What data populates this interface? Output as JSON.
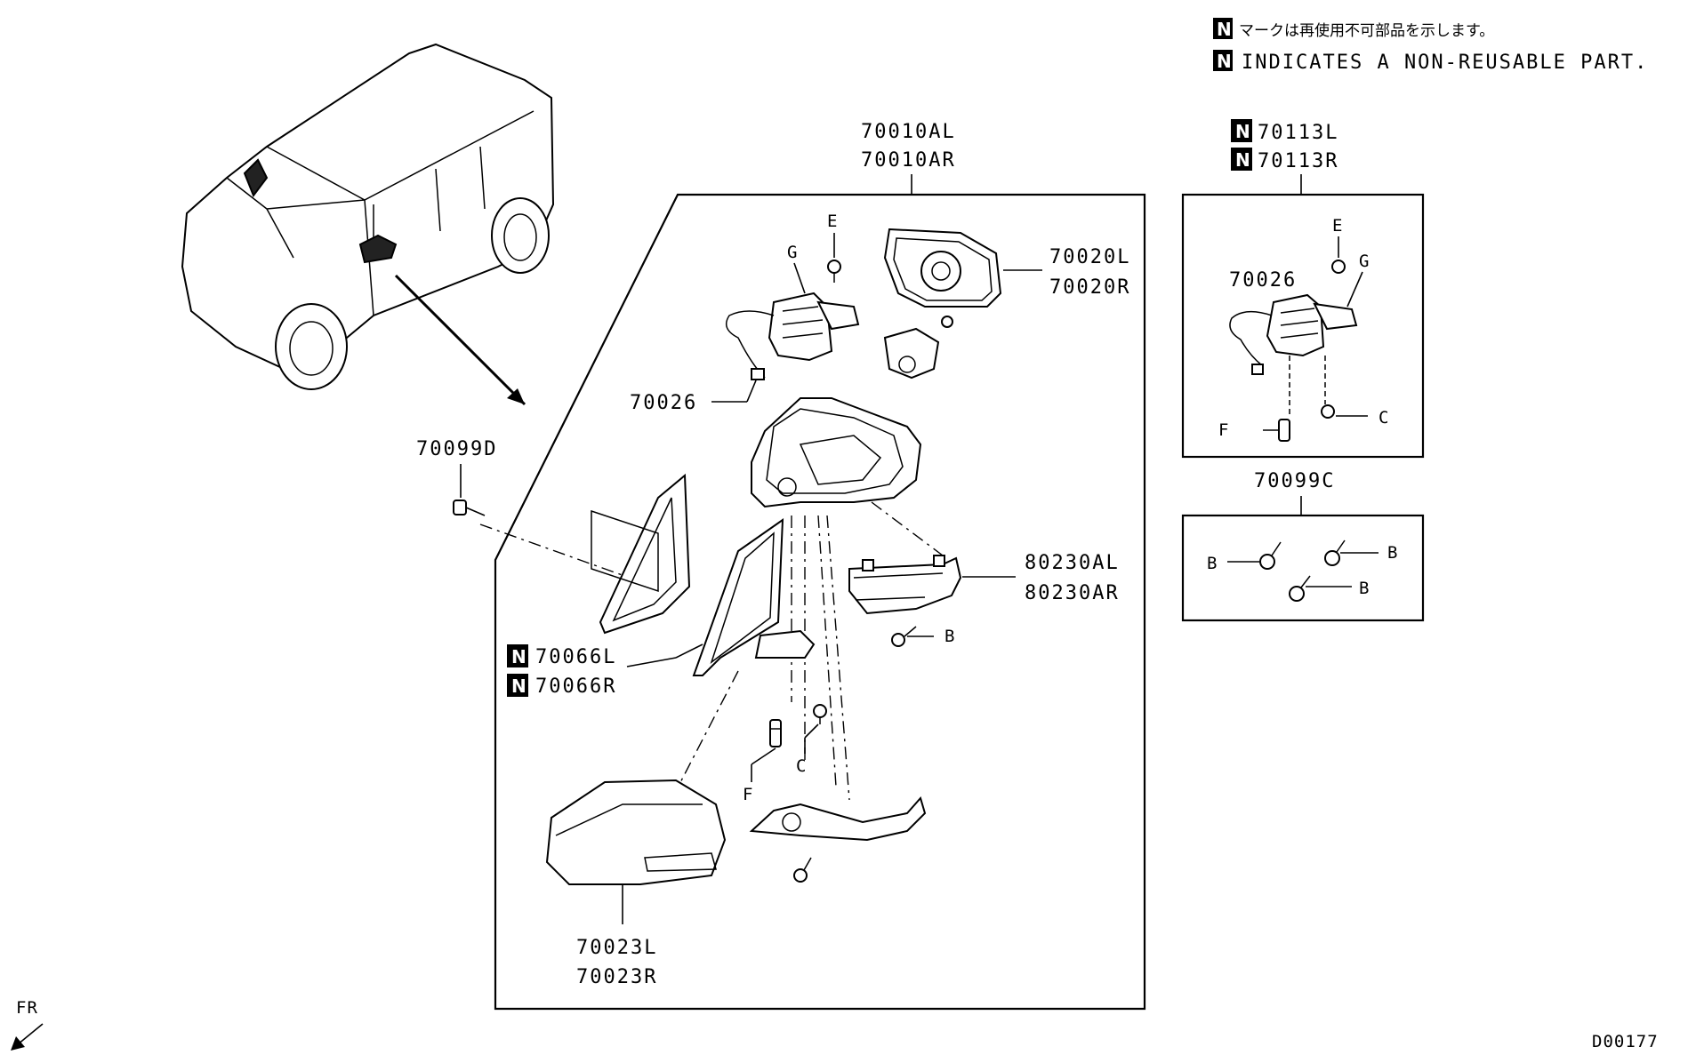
{
  "legend": {
    "line_jp": "マークは再使用不可部品を示します。",
    "line_en": "INDICATES A NON-REUSABLE PART.",
    "mark": "N"
  },
  "labels": {
    "assy_l": "70010AL",
    "assy_r": "70010AR",
    "glass_l": "70020L",
    "glass_r": "70020R",
    "actuator": "70026",
    "actuator_kit": "70026",
    "screw_d": "70099D",
    "turn_lamp_l": "80230AL",
    "turn_lamp_r": "80230AR",
    "gasket_l": "70066L",
    "gasket_r": "70066R",
    "cover_l": "70023L",
    "cover_r": "70023R",
    "kit_l": "70113L",
    "kit_r": "70113R",
    "screw_c": "70099C",
    "callout_b": "B",
    "callout_c": "C",
    "callout_e": "E",
    "callout_f": "F",
    "callout_g": "G",
    "front": "FR",
    "drawing_no": "D00177"
  },
  "icons": [
    "non-reusable-mark",
    "front-arrow-icon",
    "vehicle-illustration",
    "screw-icon"
  ]
}
